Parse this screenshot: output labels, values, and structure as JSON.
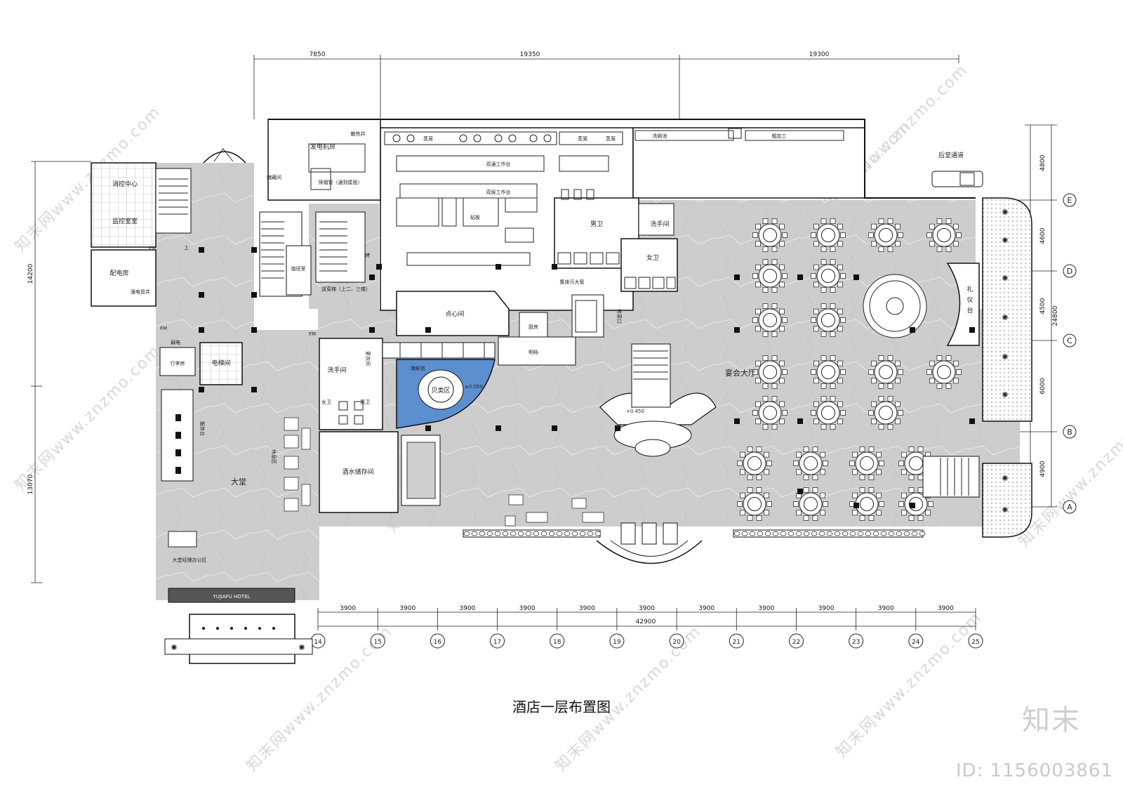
{
  "title": "酒店一层布置图",
  "top_dims": [
    "7850",
    "19350",
    "19300"
  ],
  "bottom_dims": [
    "3900",
    "3900",
    "3900",
    "3900",
    "3900",
    "3900",
    "3900",
    "3900",
    "3900",
    "3900",
    "3900"
  ],
  "bottom_total": "42900",
  "axes_x": [
    "14",
    "15",
    "16",
    "17",
    "18",
    "19",
    "20",
    "21",
    "22",
    "23",
    "24",
    "25"
  ],
  "axes_y": [
    "E",
    "D",
    "C",
    "B",
    "A"
  ],
  "right_dims": [
    "4800",
    "4600",
    "4500",
    "6000",
    "4900"
  ],
  "right_total": "24800",
  "left_dims": [
    "14200",
    "13070"
  ],
  "rooms": {
    "generator": "发电机房",
    "fire_control": "消控中心",
    "monitor": "监控室室",
    "power": "配电房",
    "duty": "值班室",
    "elevator": "电梯间",
    "luggage": "行李房",
    "lobby": "大堂",
    "wash_left": "洗手间",
    "wash_right": "洗手间",
    "men": "男卫",
    "women": "女卫",
    "dimsum": "点心间",
    "shellfish": "贝类区",
    "seafood_pool": "海鲜池",
    "wine": "酒水储存间",
    "banquet": "宴会大厅",
    "etiquette": "礼仪台",
    "back_passage": "后堂通道",
    "bright_file": "明档",
    "hotel_sign": "YUJIAFU HOTEL",
    "storage": "储藏间",
    "rest": "休息区",
    "main_desk": "大堂经理办公区",
    "service": "服务台",
    "wash_vegetable": "洗碗池",
    "rough_process": "粗加工",
    "steamer1": "蒸笼",
    "steamer2": "蒸笼",
    "dual_table1": "双通工作台",
    "dual_table2": "双层工作台",
    "grill": "烧烤",
    "cut": "砧板",
    "exhaust": "排烟管（通到屋面）",
    "heat_well": "散热井",
    "sewage": "集排污大管",
    "dish_lift": "送菜梯（上二、三楼）",
    "pass_window": "传菜口",
    "chef": "厨房",
    "locker": "更衣间",
    "fm1": "FM",
    "fm2": "FM",
    "fm3": "FM",
    "weak": "弱电",
    "strong": "强电管井",
    "elev_lvl": "±0.050",
    "stage_lvl": "+0.450",
    "pool_lvl": "±0.050",
    "stair_up": "上"
  },
  "watermark_text": "知末网www.znzmo.com",
  "brand": "知末",
  "id": "ID: 1156003861"
}
